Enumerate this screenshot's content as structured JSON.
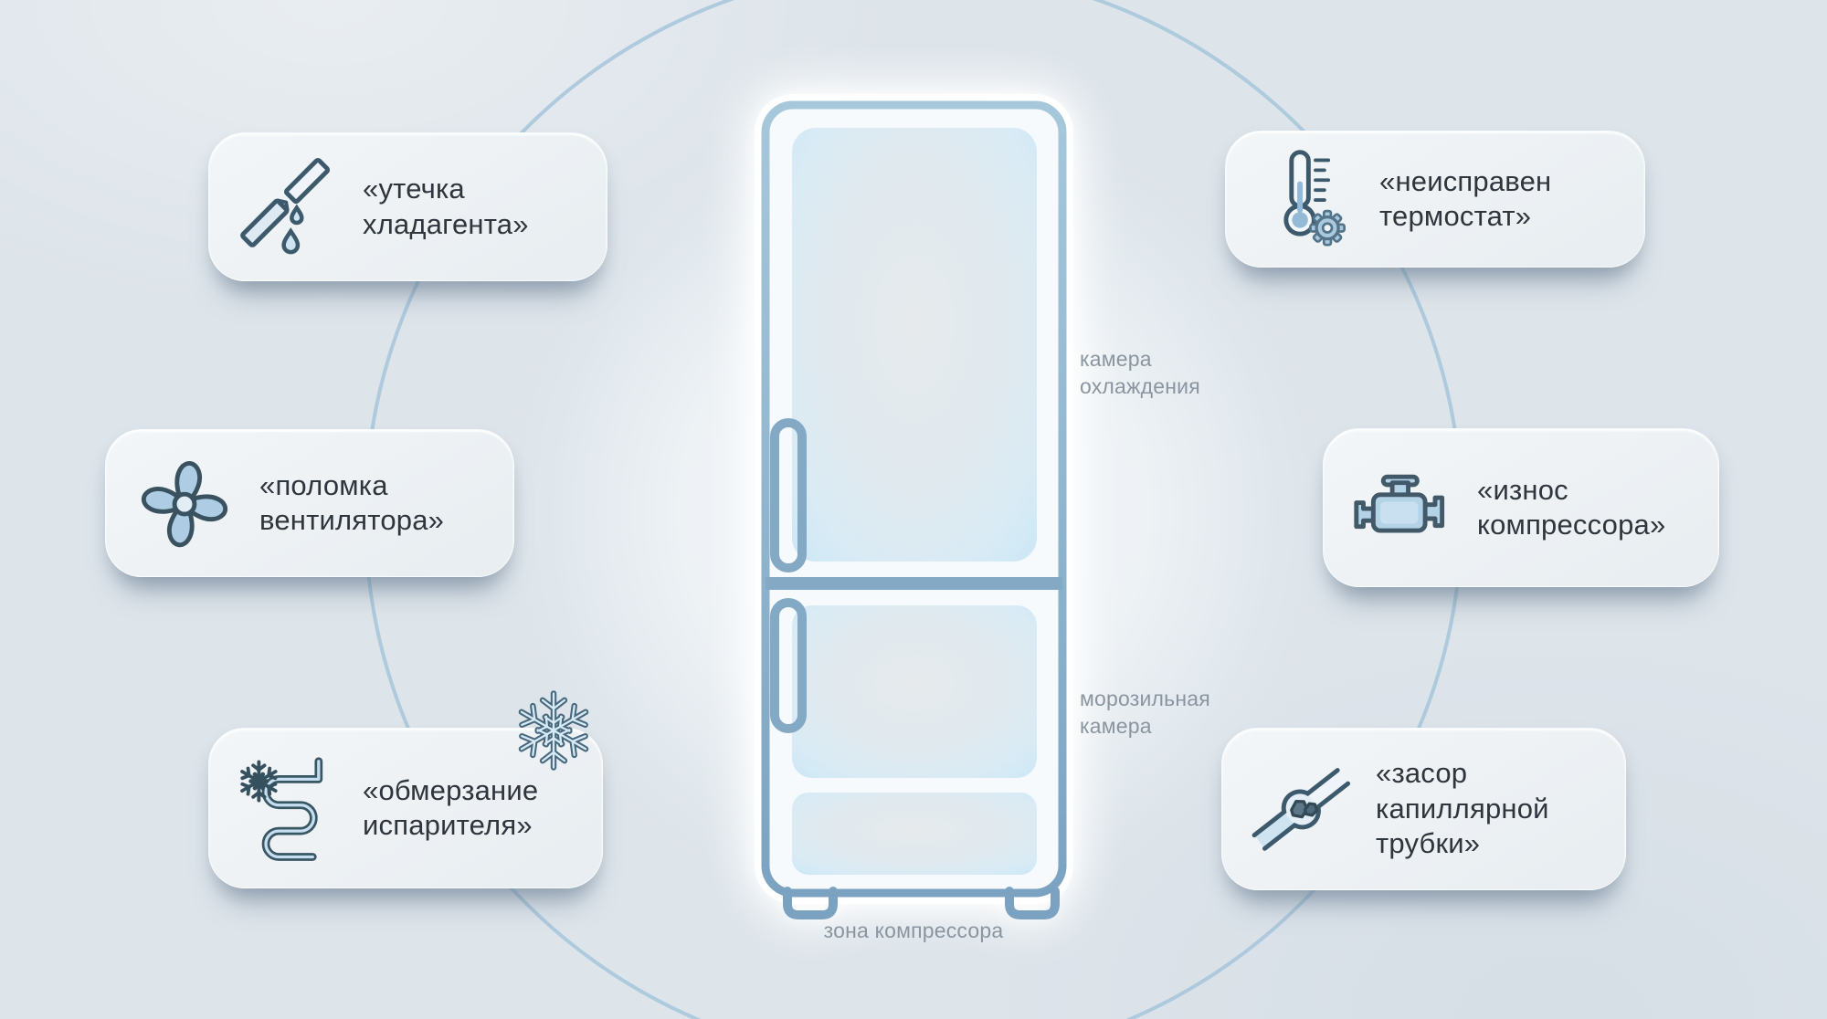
{
  "colors": {
    "background": "#dde4ea",
    "card_surface": "#eef1f4",
    "ring_accent": "#a9c6dc",
    "fridge_outline": "#84a9c5",
    "fridge_chamber_fill": "#d2e9f6",
    "icon_dark": "#3d5a6c",
    "icon_light": "#b9d6e9",
    "text_dark": "#2e353c",
    "text_gray": "#8b95a0"
  },
  "cards": [
    {
      "id": "refrigerant-leak",
      "label": "«утечка\nхладагента»",
      "icon": "broken-pipe-drip-icon"
    },
    {
      "id": "fan-failure",
      "label": "«поломка\nвентилятора»",
      "icon": "fan-icon"
    },
    {
      "id": "evaporator-frost",
      "label": "«обмерзание\nиспарителя»",
      "icon": "frozen-evaporator-coil-icon"
    },
    {
      "id": "thermostat-fault",
      "label": "«неисправен\nтермостат»",
      "icon": "thermometer-gear-icon"
    },
    {
      "id": "compressor-wear",
      "label": "«износ\nкомпрессора»",
      "icon": "compressor-engine-icon"
    },
    {
      "id": "capillary-clog",
      "label": "«засор\nкапиллярной\nтрубки»",
      "icon": "clogged-tube-icon"
    }
  ],
  "fridge": {
    "labels": {
      "cooling_chamber": "камера\nохлаждения",
      "freezer_chamber": "морозильная\nкамера",
      "compressor_zone": "зона компрессора"
    }
  }
}
